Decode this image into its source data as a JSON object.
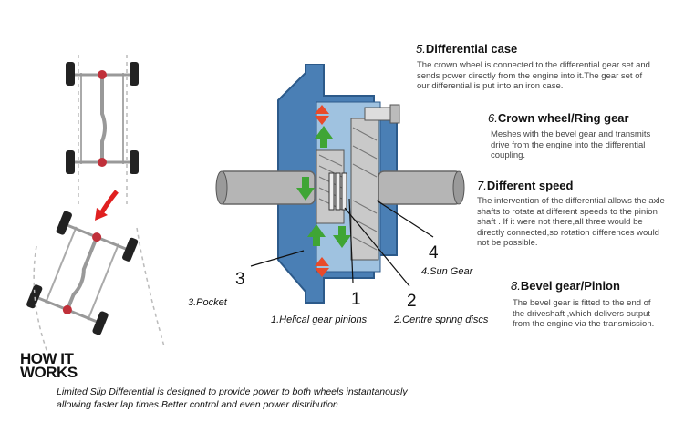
{
  "callouts": {
    "pocket": "3.Pocket",
    "helical": "1.Helical gear pinions",
    "spring": "2.Centre spring discs",
    "sun": "4.Sun Gear",
    "n1": "1",
    "n2": "2",
    "n3": "3",
    "n4": "4"
  },
  "sections": [
    {
      "num": "5.",
      "title": "Differential case",
      "body": "The crown wheel is connected to the differential gear set and sends power directly from the engine into it.The gear set of our differential is put into an iron case."
    },
    {
      "num": "6.",
      "title": "Crown wheel/Ring gear",
      "body": "Meshes with the bevel gear and transmits drive from the engine into the differential coupling."
    },
    {
      "num": "7.",
      "title": "Different speed",
      "body": "The intervention of the differential allows the axle shafts to rotate at different speeds to the pinion shaft . If it were not there,all three would be directly connected,so rotation differences would not be possible."
    },
    {
      "num": "8.",
      "title": "Bevel gear/Pinion",
      "body": "The bevel gear is fitted to the end of the driveshaft ,which delivers output from the engine via the transmission."
    }
  ],
  "logo": {
    "line1": "HOW IT",
    "line2": "WORKS"
  },
  "caption": {
    "line1": "Limited Slip Differential is designed to provide power to both wheels instantanously",
    "line2": "allowing faster lap times.Better control and even power distribution"
  },
  "colors": {
    "blue": "#4a7fb5",
    "green": "#3fa535",
    "red": "#e84a2a",
    "gear": "#b8b8b8"
  }
}
